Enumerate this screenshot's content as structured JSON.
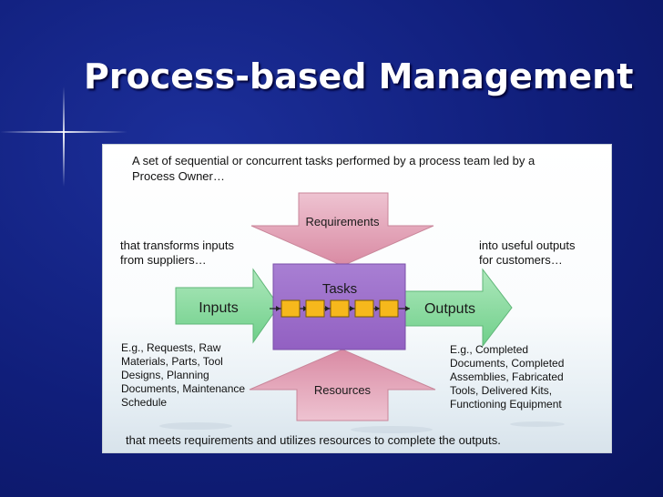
{
  "slide": {
    "title": "Process-based Management"
  },
  "diagram": {
    "intro": "A set of sequential or concurrent tasks performed by a process team led by a\nProcess Owner…",
    "left_top": "that transforms inputs\nfrom suppliers…",
    "right_top": "into useful outputs\nfor customers…",
    "left_bottom": "E.g., Requests, Raw\nMaterials, Parts, Tool\nDesigns, Planning\nDocuments, Maintenance\nSchedule",
    "right_bottom": "E.g., Completed\nDocuments, Completed\nAssemblies, Fabricated\nTools, Delivered Kits,\nFunctioning Equipment",
    "bottom_text": "that meets requirements and utilizes resources to complete the outputs.",
    "requirements_label": "Requirements",
    "resources_label": "Resources",
    "tasks_label": "Tasks",
    "inputs_label": "Inputs",
    "outputs_label": "Outputs",
    "colors": {
      "requirements_arrow": "#e0a0b4",
      "tasks_box": "#9b6fc8",
      "inputs_arrow": "#8fd9a4",
      "task_chip": "#f6b81c"
    }
  }
}
